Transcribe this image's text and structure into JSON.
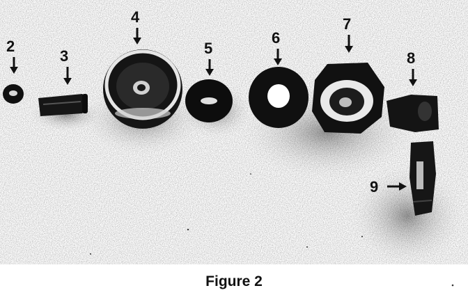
{
  "figure": {
    "caption": "Figure 2",
    "colors": {
      "ink": "#111111",
      "paper": "#ffffff",
      "shadow": "#9a9a9a"
    },
    "callouts": [
      {
        "id": "p2",
        "label": "2"
      },
      {
        "id": "p3",
        "label": "3"
      },
      {
        "id": "p4",
        "label": "4"
      },
      {
        "id": "p5",
        "label": "5"
      },
      {
        "id": "p6",
        "label": "6"
      },
      {
        "id": "p7",
        "label": "7"
      },
      {
        "id": "p8",
        "label": "8"
      },
      {
        "id": "p9",
        "label": "9"
      }
    ]
  }
}
